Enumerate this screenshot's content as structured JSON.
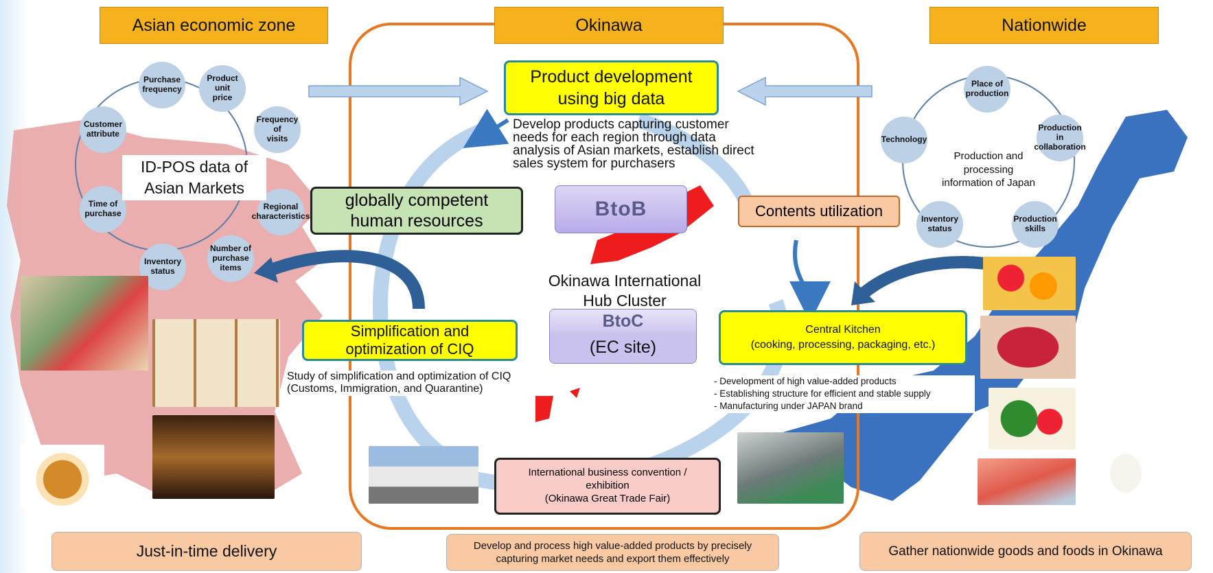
{
  "headers": {
    "asian": "Asian economic zone",
    "okinawa": "Okinawa",
    "nationwide": "Nationwide"
  },
  "left_cycle": {
    "center_label": "ID-POS data of\nAsian Markets",
    "nodes": [
      "Purchase\nfrequency",
      "Product unit\nprice",
      "Frequency of\nvisits",
      "Regional\ncharacteristics",
      "Number of\npurchase\nitems",
      "Inventory\nstatus",
      "Time of\npurchase",
      "Customer\nattribute"
    ]
  },
  "right_cycle": {
    "center_label": "Production and\nprocessing\ninformation of Japan",
    "nodes": [
      "Place of\nproduction",
      "Production in\ncollaboration",
      "Production\nskills",
      "Inventory\nstatus",
      "Technology"
    ]
  },
  "center": {
    "product_dev": "Product development\nusing big data",
    "product_dev_desc": "Develop products capturing customer\nneeds for each region through data\nanalysis of Asian markets, establish direct\nsales system for purchasers",
    "btob": "BtoB",
    "btoc": "BtoC",
    "ec_site": "(EC site)",
    "hub_label": "Okinawa International\nHub Cluster",
    "convention": "International business convention /\nexhibition\n(Okinawa Great Trade Fair)"
  },
  "left_middle": {
    "human_resources": "globally competent\nhuman resources",
    "ciq": "Simplification and\noptimization of CIQ",
    "ciq_desc": "Study of simplification and optimization of CIQ\n(Customs, Immigration, and Quarantine)"
  },
  "right_middle": {
    "contents": "Contents utilization",
    "kitchen": "Central Kitchen\n(cooking, processing, packaging, etc.)",
    "kitchen_desc": "- Development of high value-added products\n- Establishing structure for efficient and stable supply\n- Manufacturing under JAPAN brand"
  },
  "bottom": {
    "left": "Just-in-time delivery",
    "center": "Develop and process high value-added products by precisely\ncapturing market needs and export them effectively",
    "right": "Gather nationwide goods and foods in Okinawa"
  },
  "colors": {
    "header_fill": "#f5b21c",
    "highlight_yellow": "#ffff00",
    "cycle_node": "#bcd0e6",
    "frame_orange": "#e87722",
    "map_red": "#e8a0a0",
    "japan_blue": "#3a72c0"
  }
}
